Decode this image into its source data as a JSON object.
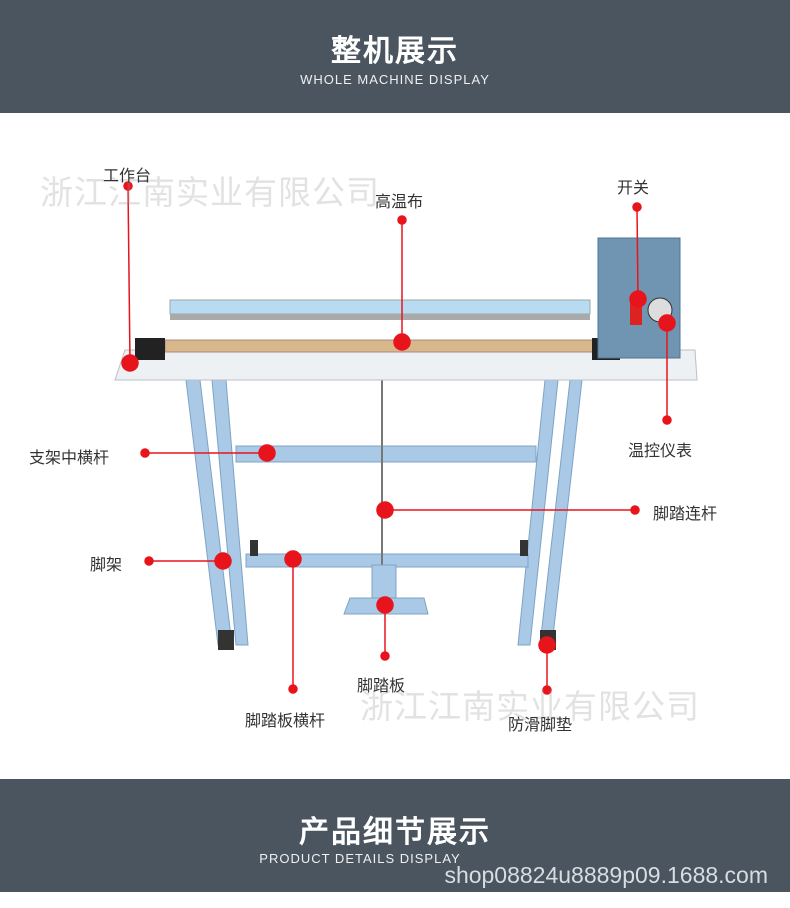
{
  "header": {
    "title": "整机展示",
    "subtitle": "WHOLE MACHINE DISPLAY"
  },
  "watermark": "浙江江南实业有限公司",
  "labels": {
    "worktable": "工作台",
    "heat_cloth": "高温布",
    "switch": "开关",
    "thermostat": "温控仪表",
    "frame_crossbar": "支架中横杆",
    "pedal_link": "脚踏连杆",
    "stand": "脚架",
    "pedal_crossbar": "脚踏板横杆",
    "pedal": "脚踏板",
    "anti_slip_pad": "防滑脚垫"
  },
  "footer": {
    "title": "产品细节展示",
    "subtitle": "PRODUCT DETAILS DISPLAY",
    "shop_url": "shop08824u8889p09.1688.com"
  },
  "colors": {
    "band": "#4a5560",
    "marker": "#e8141b",
    "frame": "#a9c9e6"
  }
}
